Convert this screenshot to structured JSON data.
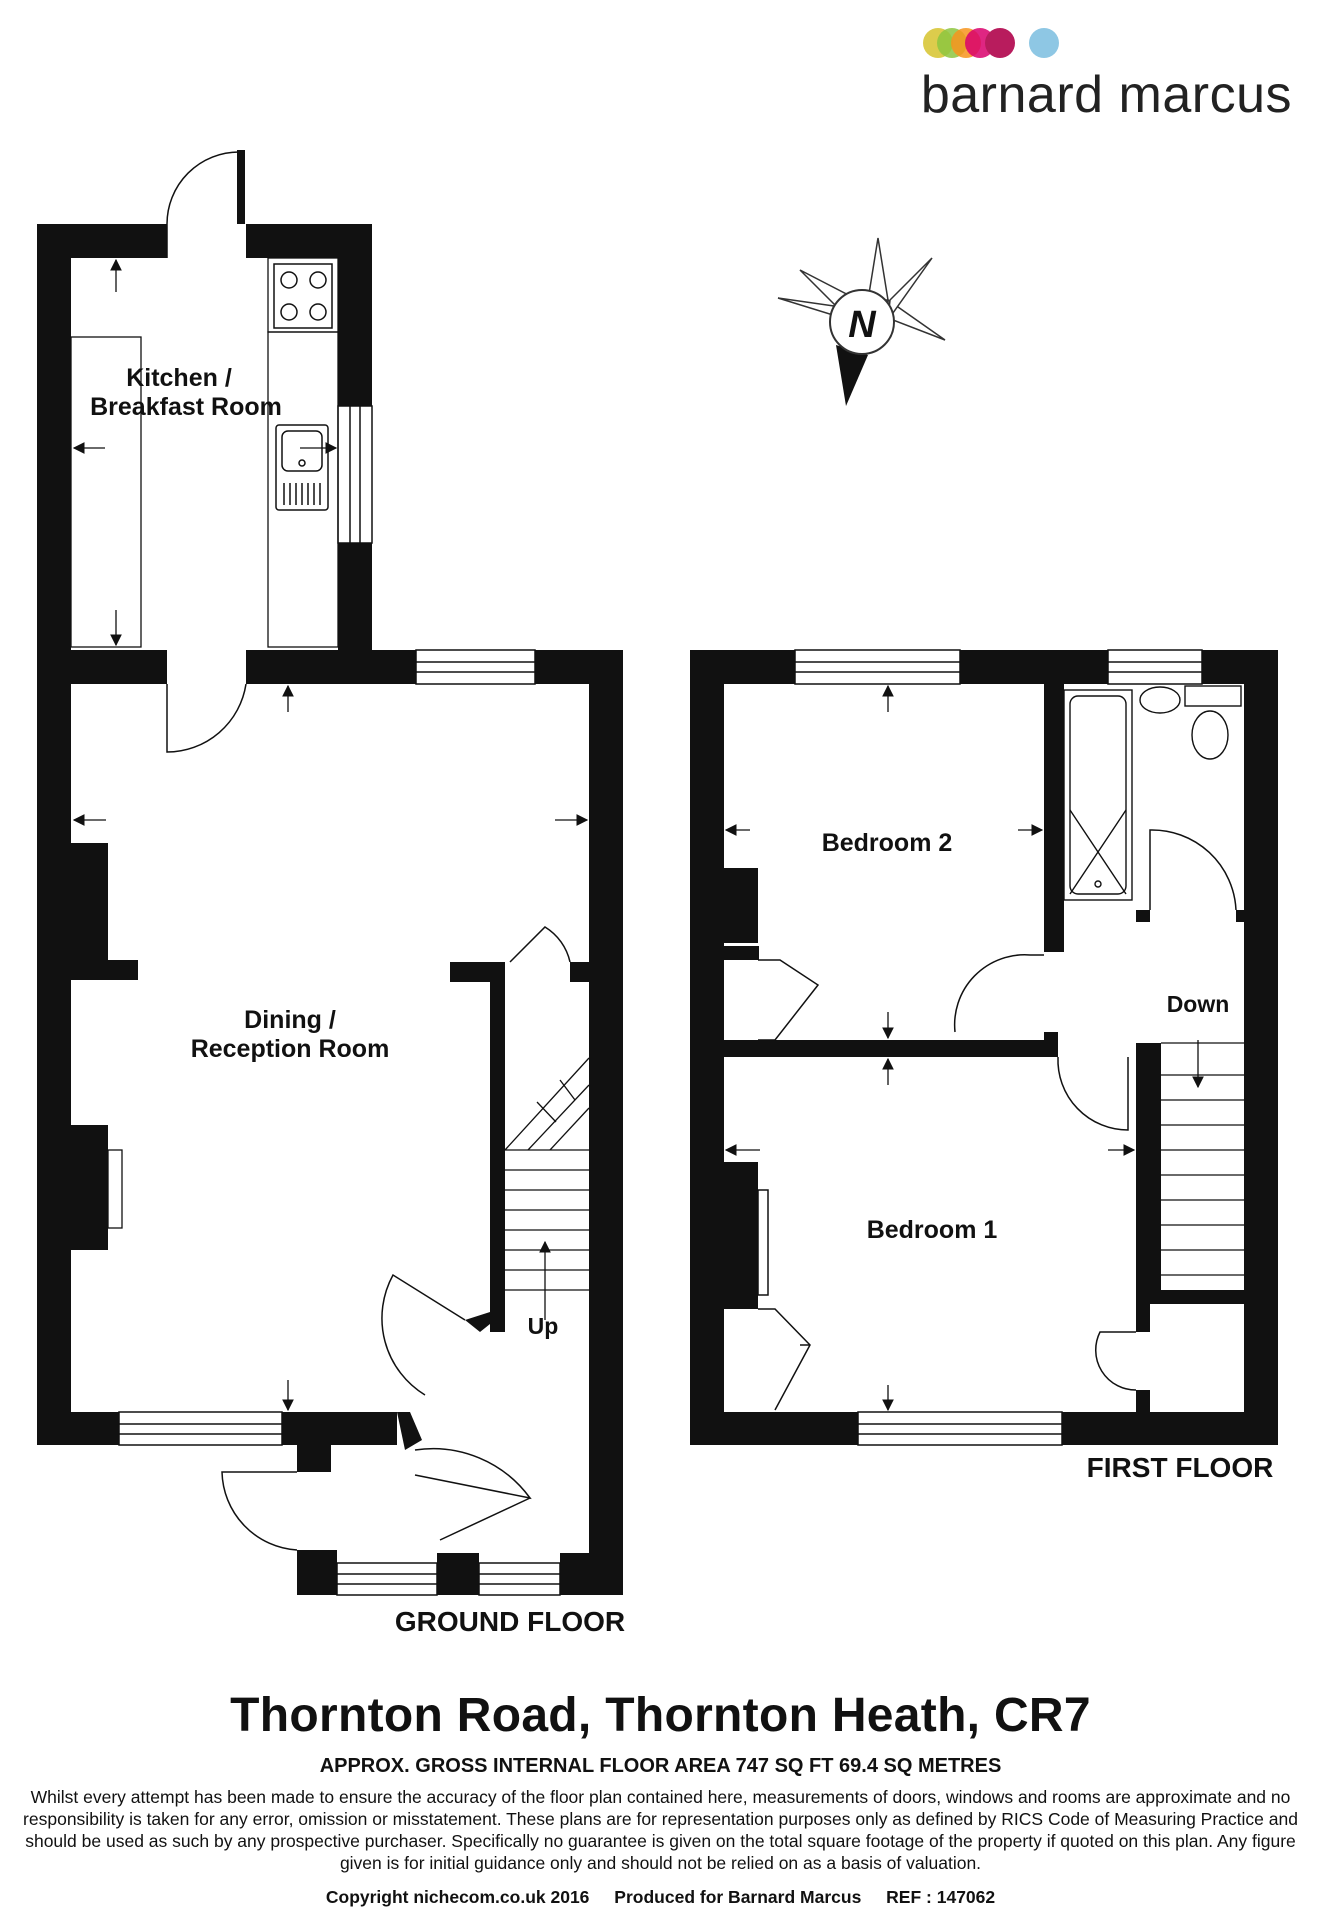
{
  "brand": {
    "name": "barnard marcus",
    "logo_colors": [
      "#d8c638",
      "#8dc63f",
      "#f7941d",
      "#d9006c",
      "#b81c5d",
      "#8ec7e4"
    ]
  },
  "compass": {
    "label": "N"
  },
  "ground_floor": {
    "label": "GROUND FLOOR",
    "rooms": {
      "kitchen_line1": "Kitchen /",
      "kitchen_line2": "Breakfast Room",
      "dining_line1": "Dining /",
      "dining_line2": "Reception Room"
    },
    "stairs_label": "Up"
  },
  "first_floor": {
    "label": "FIRST FLOOR",
    "rooms": {
      "bedroom2": "Bedroom 2",
      "bedroom1": "Bedroom 1"
    },
    "stairs_label": "Down"
  },
  "footer": {
    "address": "Thornton Road, Thornton Heath, CR7",
    "area": "APPROX. GROSS INTERNAL FLOOR AREA 747 SQ FT 69.4 SQ METRES",
    "disclaimer": "Whilst every attempt has been made to ensure the accuracy of the floor plan contained here, measurements of doors, windows and rooms are approximate and no responsibility is taken for any error, omission or misstatement. These plans are for representation purposes only as defined by RICS Code of Measuring Practice and should be used as such by any prospective purchaser.  Specifically no guarantee is given on the total square footage of the property if quoted on this plan. Any figure given is for initial guidance only and should not be relied on as a basis of valuation.",
    "copyright": "Copyright nichecom.co.uk 2016",
    "produced_for": "Produced for Barnard Marcus",
    "ref": "REF : 147062"
  }
}
